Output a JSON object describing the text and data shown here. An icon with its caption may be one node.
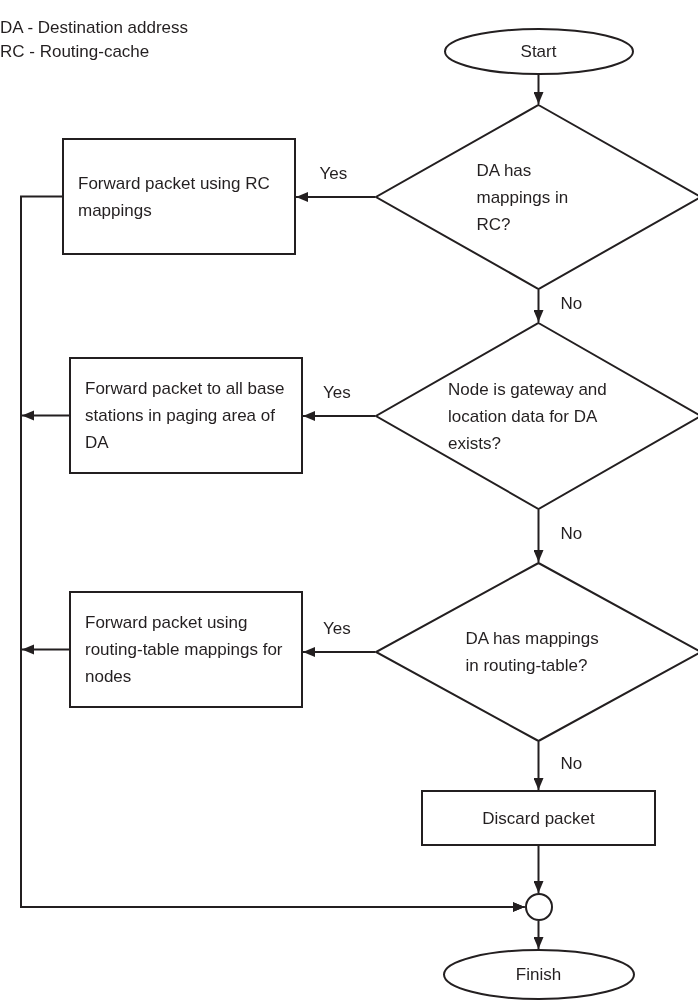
{
  "diagram": {
    "nodes": [
      {
        "text": [
          "Start"
        ]
      },
      {
        "text": [
          "Forward packet using RC mappings"
        ]
      },
      {
        "text": [
          "DA has mappings in RC?"
        ]
      },
      {
        "text": [
          "Forward packet to all base stations in paging area of DA"
        ]
      },
      {
        "text": [
          "Node is gateway and location data for DA exists?"
        ]
      },
      {
        "text": [
          "Forward packet using routing-table mappings for nodes"
        ]
      },
      {
        "text": [
          "DA has mappings in routing-table?"
        ]
      },
      {
        "text": [
          "Discard packet"
        ]
      },
      {
        "text": [],
        "shape": "circle"
      },
      {
        "text": [
          "Finish"
        ]
      }
    ],
    "edges": [
      {
        "from": 0,
        "to": 2,
        "arrow": "to"
      },
      {
        "from": 2,
        "to": 1,
        "arrow": "to",
        "label": "Yes"
      },
      {
        "from": 2,
        "to": 4,
        "arrow": "to",
        "label": "No"
      },
      {
        "from": 4,
        "to": 3,
        "arrow": "to",
        "label": "Yes"
      },
      {
        "from": 4,
        "to": 6,
        "arrow": "to",
        "label": "No"
      },
      {
        "from": 6,
        "to": 5,
        "arrow": "to",
        "label": "Yes"
      },
      {
        "from": 6,
        "to": 7,
        "arrow": "to",
        "label": "No"
      },
      {
        "from": 1,
        "to": 8,
        "arrow": "to"
      },
      {
        "from": 3,
        "to": 8,
        "arrow": "to"
      },
      {
        "from": 5,
        "to": 8,
        "arrow": "to"
      },
      {
        "from": 7,
        "to": 8,
        "arrow": "to"
      },
      {
        "from": 8,
        "to": 9,
        "arrow": "to"
      }
    ],
    "labels": [
      "DA - Destination address",
      "RC - Routing-cache"
    ]
  }
}
